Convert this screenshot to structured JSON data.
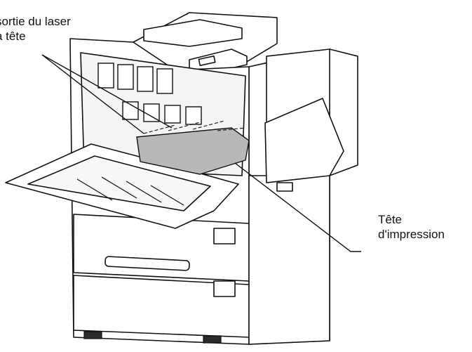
{
  "labels": {
    "laser_line1": "sortie du laser",
    "laser_line2": "a tête",
    "head_line1": "Tête",
    "head_line2": "d'impression"
  },
  "colors": {
    "line": "#111111",
    "fill": "#ffffff",
    "shade": "#b8b8b8",
    "dark": "#2a2a2a"
  }
}
